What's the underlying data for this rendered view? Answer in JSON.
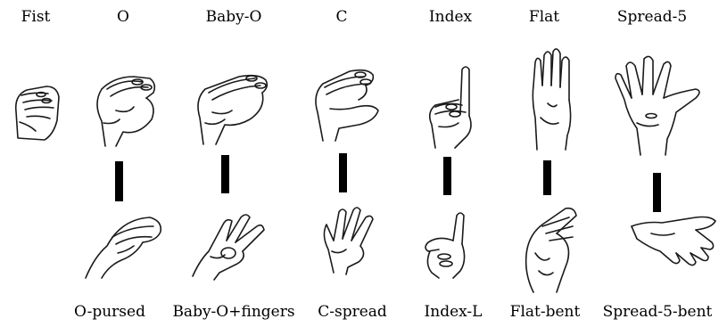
{
  "figure": {
    "columns": [
      {
        "top_label": "Fist",
        "bottom_label": "",
        "top_icon": "fist-hand-icon",
        "bottom_icon": ""
      },
      {
        "top_label": "O",
        "bottom_label": "O-pursed",
        "top_icon": "o-hand-icon",
        "bottom_icon": "o-pursed-hand-icon"
      },
      {
        "top_label": "Baby-O",
        "bottom_label": "Baby-O+fingers",
        "top_icon": "baby-o-hand-icon",
        "bottom_icon": "baby-o-fingers-hand-icon"
      },
      {
        "top_label": "C",
        "bottom_label": "C-spread",
        "top_icon": "c-hand-icon",
        "bottom_icon": "c-spread-hand-icon"
      },
      {
        "top_label": "Index",
        "bottom_label": "Index-L",
        "top_icon": "index-hand-icon",
        "bottom_icon": "index-l-hand-icon"
      },
      {
        "top_label": "Flat",
        "bottom_label": "Flat-bent",
        "top_icon": "flat-hand-icon",
        "bottom_icon": "flat-bent-hand-icon"
      },
      {
        "top_label": "Spread-5",
        "bottom_label": "Spread-5-bent",
        "top_icon": "spread-5-hand-icon",
        "bottom_icon": "spread-5-bent-hand-icon"
      }
    ]
  }
}
